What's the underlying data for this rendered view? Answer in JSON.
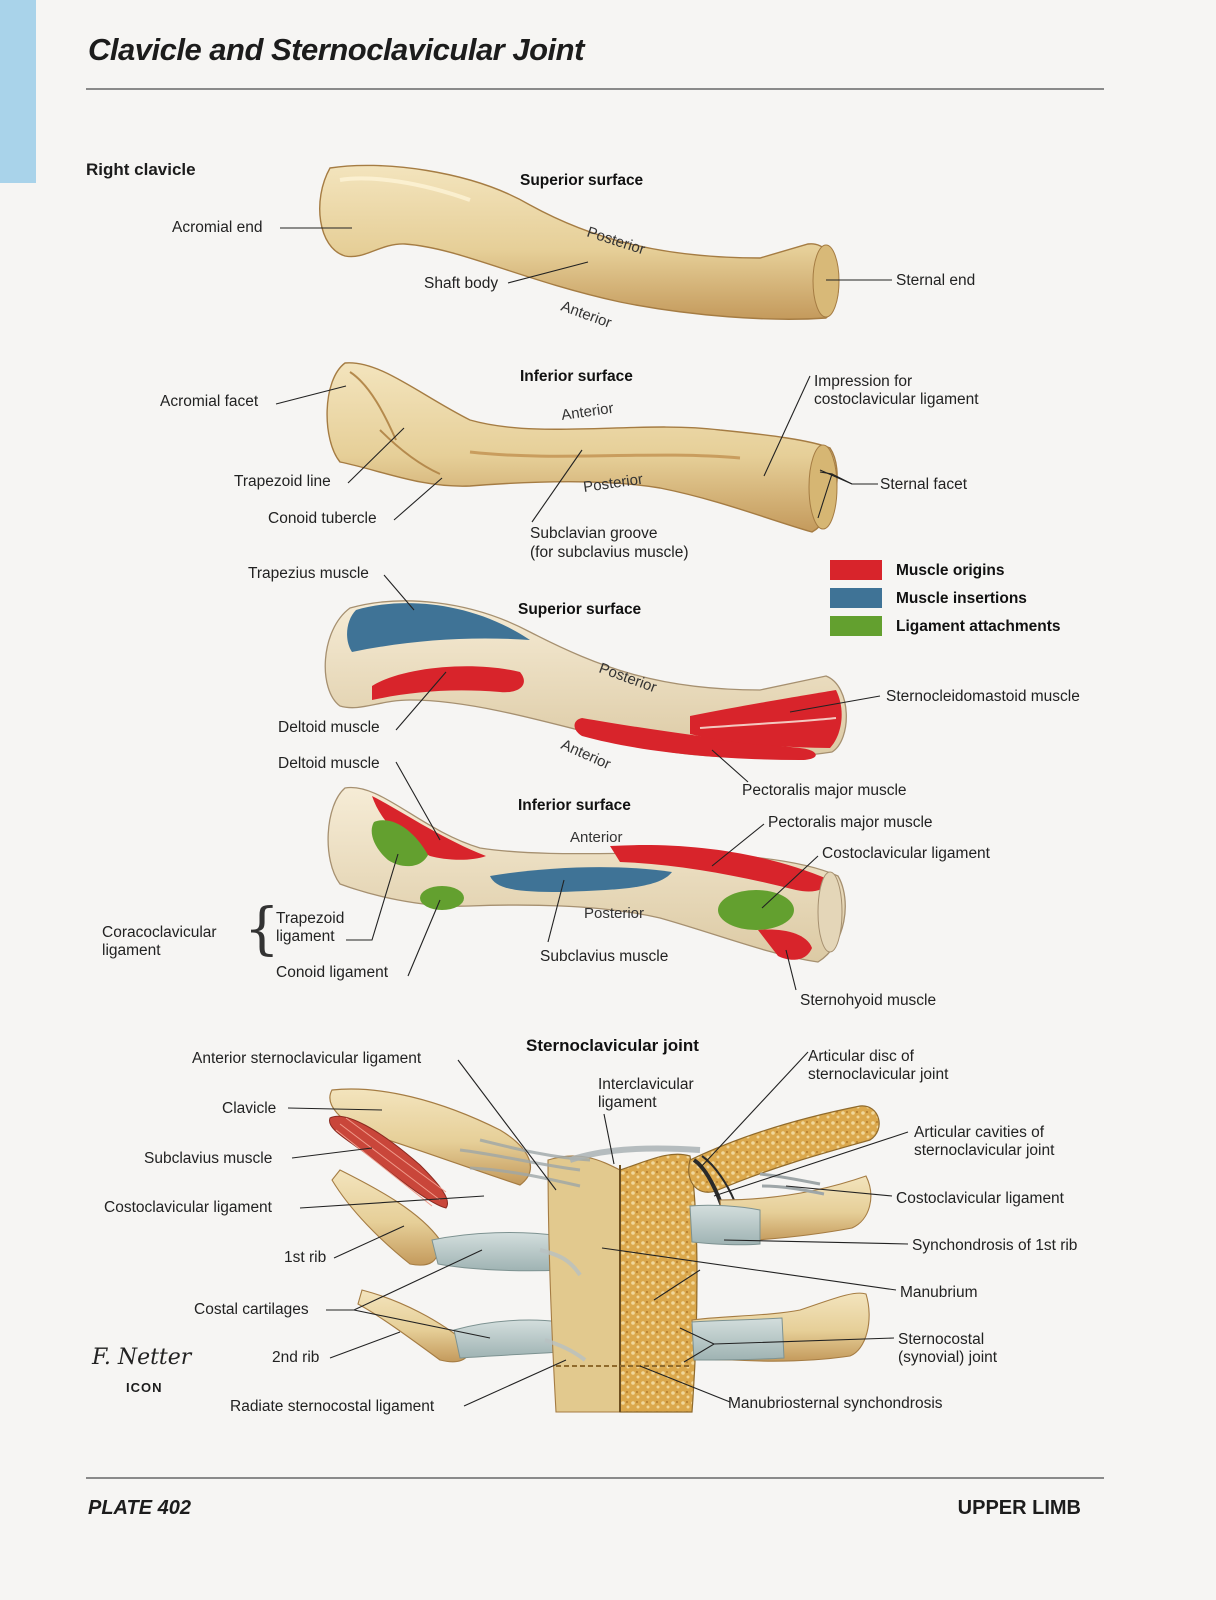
{
  "title": "Clavicle and Sternoclavicular Joint",
  "section_title": "Right clavicle",
  "views": {
    "superior1": {
      "heading": "Superior surface",
      "posterior": "Posterior",
      "anterior": "Anterior",
      "labels": [
        "Acromial end",
        "Shaft body",
        "Sternal end"
      ]
    },
    "inferior1": {
      "heading": "Inferior surface",
      "anterior": "Anterior",
      "posterior": "Posterior",
      "labels": [
        "Acromial facet",
        "Trapezoid line",
        "Conoid tubercle",
        "Subclavian groove",
        "(for subclavius muscle)",
        "Impression for",
        "costoclavicular ligament",
        "Sternal facet"
      ]
    },
    "superior2": {
      "heading": "Superior surface",
      "posterior": "Posterior",
      "anterior": "Anterior",
      "labels": [
        "Trapezius muscle",
        "Deltoid muscle",
        "Sternocleidomastoid muscle",
        "Pectoralis major muscle"
      ]
    },
    "inferior2": {
      "heading": "Inferior surface",
      "anterior": "Anterior",
      "posterior": "Posterior",
      "labels": [
        "Deltoid muscle",
        "Pectoralis major muscle",
        "Costoclavicular ligament",
        "Coracoclavicular",
        "ligament",
        "Trapezoid",
        "ligament",
        "Conoid ligament",
        "Subclavius muscle",
        "Sternohyoid muscle"
      ]
    }
  },
  "legend": [
    {
      "label": "Muscle origins",
      "color": "#d8242b"
    },
    {
      "label": "Muscle insertions",
      "color": "#3f7396"
    },
    {
      "label": "Ligament attachments",
      "color": "#63a02f"
    }
  ],
  "joint": {
    "heading": "Sternoclavicular joint",
    "labels": [
      "Anterior sternoclavicular ligament",
      "Clavicle",
      "Subclavius muscle",
      "Costoclavicular ligament",
      "1st rib",
      "Costal cartilages",
      "2nd rib",
      "Radiate sternocostal ligament",
      "Interclavicular",
      "ligament",
      "Articular disc of",
      "sternoclavicular joint",
      "Articular cavities of",
      "sternoclavicular joint",
      "Costoclavicular ligament",
      "Synchondrosis of 1st rib",
      "Manubrium",
      "Sternocostal",
      "(synovial) joint",
      "Manubriosternal synchondrosis"
    ]
  },
  "signature": {
    "text": "F. Netter",
    "logo": "ICON"
  },
  "footer": {
    "plate": "PLATE 402",
    "section": "UPPER LIMB"
  },
  "colors": {
    "bone": "#e8d3a0",
    "bone_shade": "#c9a466",
    "cartilage": "#b9c9c8",
    "marrow": "#d9a548"
  }
}
